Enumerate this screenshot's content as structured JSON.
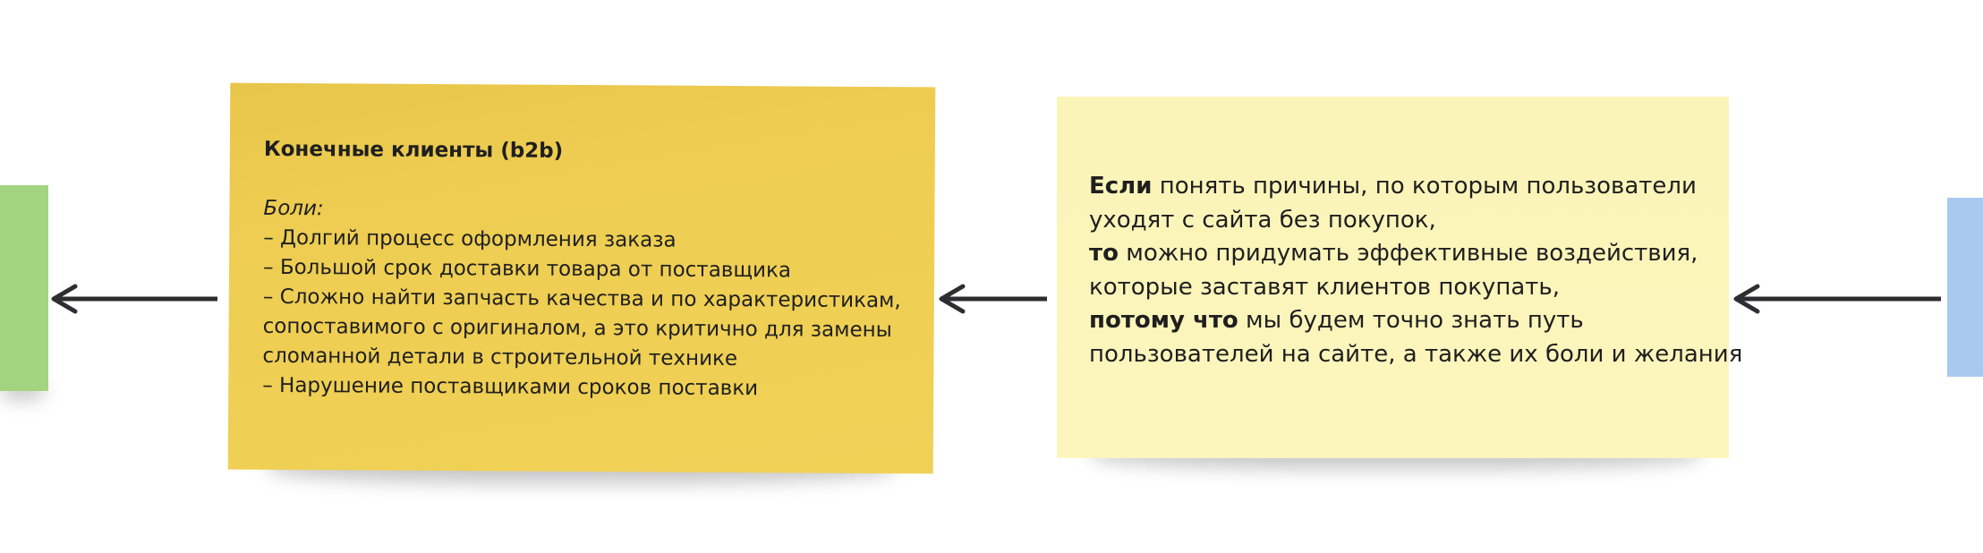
{
  "pains_note": {
    "title": "Конечные клиенты (b2b)",
    "subtitle": "Боли:",
    "lines": [
      "– Долгий процесс оформления заказа",
      "– Большой срок доставки товара от поставщика",
      "– Сложно найти запчасть качества и по характеристикам,",
      "сопоставимого с оригиналом, а это критично для замены",
      "сломанной детали в строительной технике",
      "– Нарушение поставщиками сроков поставки"
    ],
    "color": "#eecd52"
  },
  "hypothesis_note": {
    "if_label": "Если",
    "line1_rest": " понять причины, по которым пользователи",
    "line2": "уходят с сайта без покупок,",
    "then_label": "то",
    "line3_rest": " можно придумать эффективные воздействия,",
    "line4": "которые заставят клиентов покупать,",
    "because_label": "потому что",
    "line5_rest": " мы будем точно знать  путь",
    "line6": "пользователей на сайте, а также их боли и желания",
    "color": "#fcf6bd"
  },
  "left_note": {
    "color": "#a3d47f"
  },
  "right_note": {
    "color": "#a9c9ef"
  },
  "arrow_color": "#2e2e30"
}
